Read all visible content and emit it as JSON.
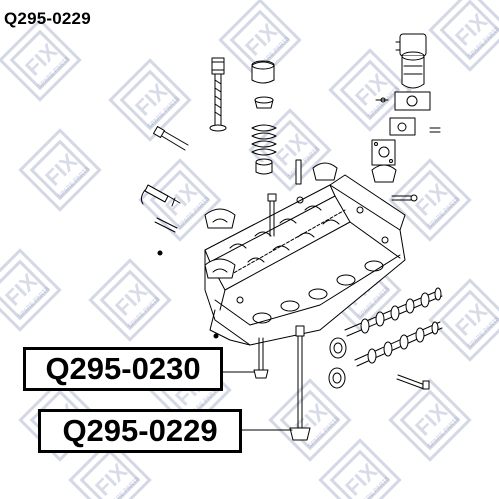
{
  "header": {
    "title": "Q295-0229"
  },
  "watermark": {
    "brand": "FIX",
    "tagline": "SPARE PARTS",
    "color": "#3b4f8a"
  },
  "callouts": [
    {
      "part_number": "Q295-0230"
    },
    {
      "part_number": "Q295-0229"
    }
  ]
}
